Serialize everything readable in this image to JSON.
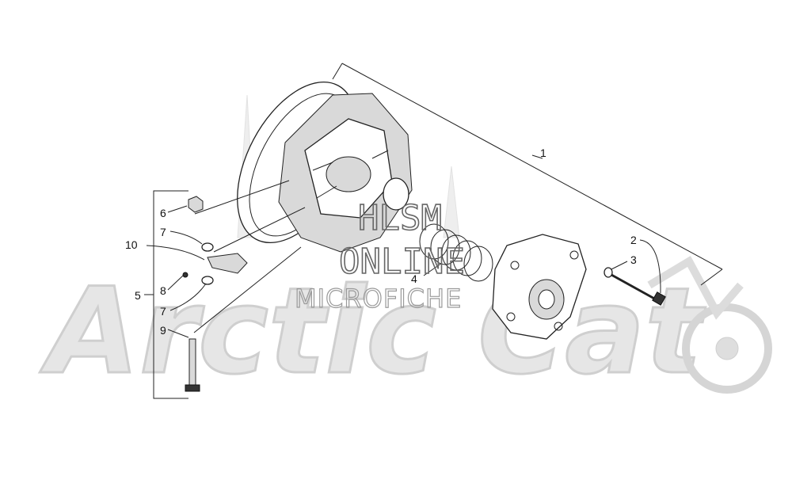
{
  "background_logo": "Arctic Cat",
  "watermark": {
    "line1": "HLSM",
    "line2": "ONLINE",
    "line3": "MICROFICHE"
  },
  "callouts": [
    {
      "id": "c1",
      "text": "1"
    },
    {
      "id": "c2",
      "text": "2"
    },
    {
      "id": "c3",
      "text": "3"
    },
    {
      "id": "c4",
      "text": "4"
    },
    {
      "id": "c5",
      "text": "5"
    },
    {
      "id": "c6",
      "text": "6"
    },
    {
      "id": "c7a",
      "text": "7"
    },
    {
      "id": "c7b",
      "text": "7"
    },
    {
      "id": "c8",
      "text": "8"
    },
    {
      "id": "c9",
      "text": "9"
    },
    {
      "id": "c10",
      "text": "10"
    }
  ]
}
